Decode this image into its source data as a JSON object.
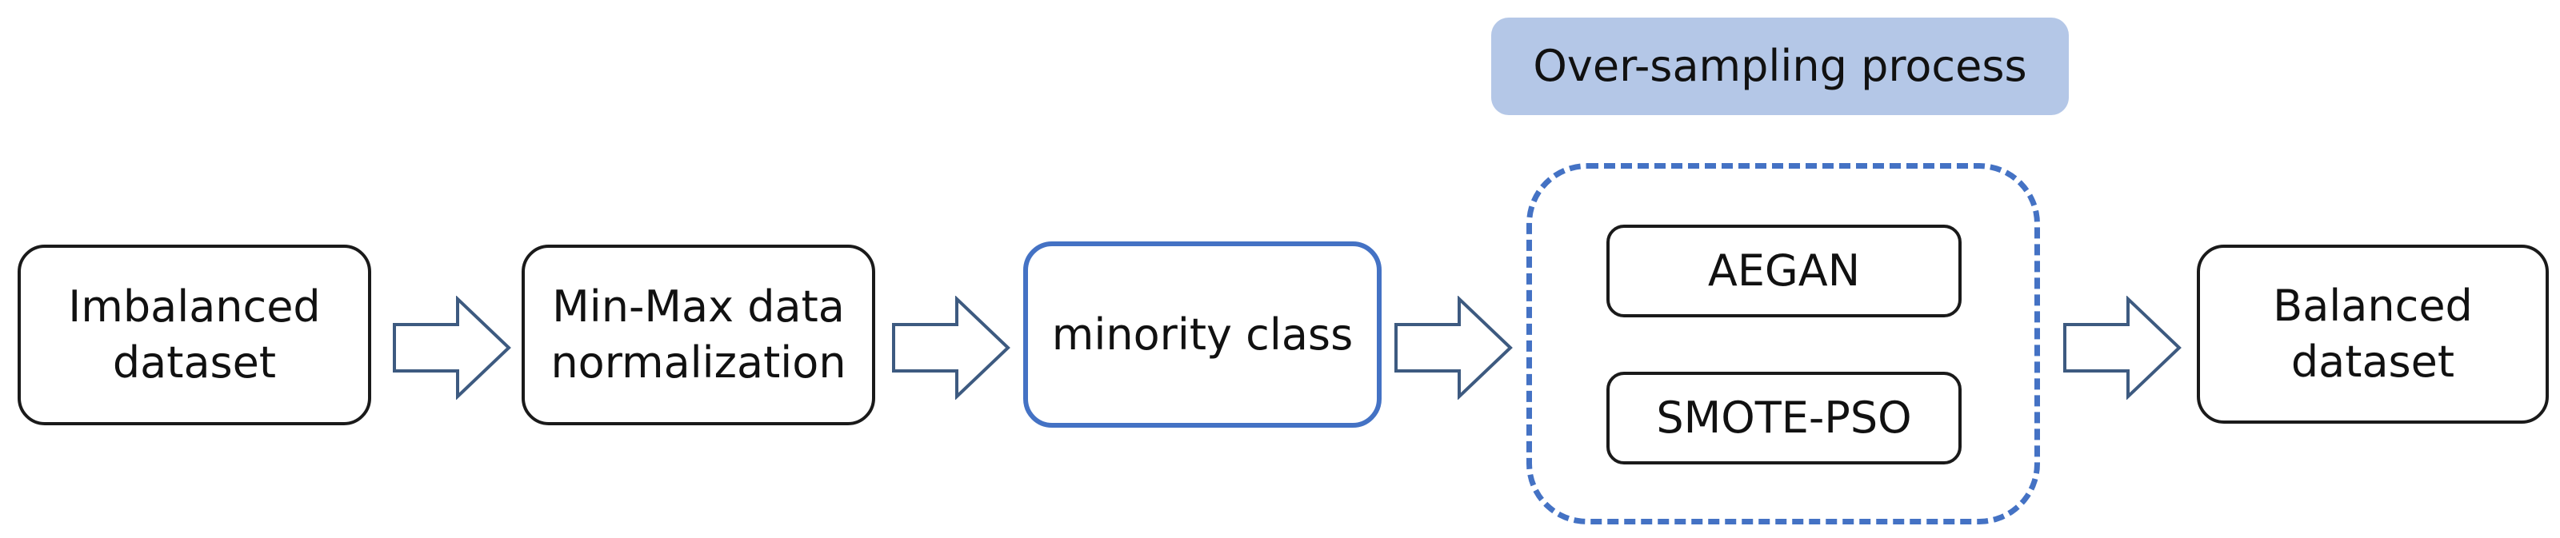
{
  "diagram": {
    "title": "Over-sampling process",
    "nodes": {
      "imbalanced": "Imbalanced\ndataset",
      "normalization": "Min-Max data\nnormalization",
      "minority": "minority class",
      "aegan": "AEGAN",
      "smote_pso": "SMOTE-PSO",
      "balanced": "Balanced\ndataset"
    }
  },
  "colors": {
    "accent_border": "#4472c4",
    "title_fill": "#b4c7e7",
    "arrow_fill": "#ffffff",
    "arrow_stroke": "#3d5a80"
  }
}
